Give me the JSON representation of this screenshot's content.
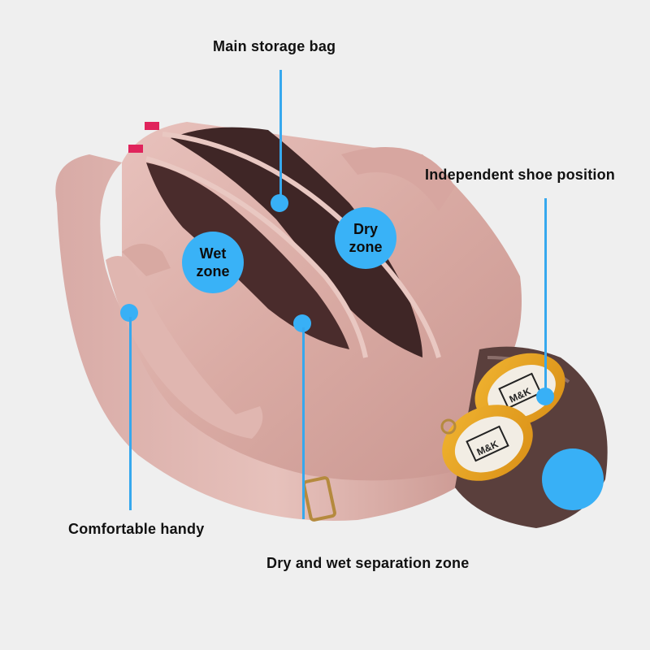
{
  "image": {
    "background_color": "#efefef",
    "accent_color": "#38b0f6",
    "subject": "pink gym duffel bag with shoe compartment"
  },
  "callouts": {
    "main_storage": {
      "label": "Main storage bag"
    },
    "shoe_position": {
      "label": "Independent shoe position"
    },
    "comfortable_handle": {
      "label": "Comfortable handy"
    },
    "separation_zone": {
      "label": "Dry and wet separation zone"
    }
  },
  "zones": {
    "wet": {
      "line1": "Wet",
      "line2": "zone"
    },
    "dry": {
      "line1": "Dry",
      "line2": "zone"
    }
  },
  "shoe_brand": {
    "front": "M&K",
    "back": "M&K"
  }
}
